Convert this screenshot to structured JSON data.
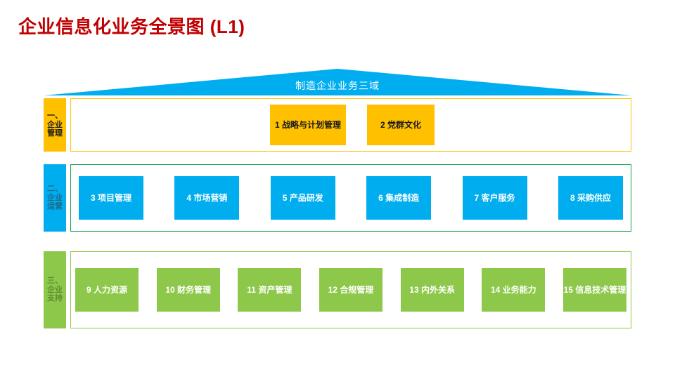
{
  "title": "企业信息化业务全景图 (L1)",
  "roof": {
    "label": "制造企业业务三域",
    "color": "#00AEEF"
  },
  "colors": {
    "title": "#C00000",
    "amber": "#FFC000",
    "blue": "#00AEEF",
    "green": "#8DC84B",
    "row2_border": "#10A04C"
  },
  "rows": [
    {
      "id": "manage",
      "tab_label": "一、企业管理",
      "accent": "#FFC000",
      "items": [
        {
          "num": "1",
          "name": "战略与计划管理",
          "label": "1 战略与计划管理"
        },
        {
          "num": "2",
          "name": "党群文化",
          "label": "2 党群文化"
        }
      ]
    },
    {
      "id": "operate",
      "tab_label": "二、企业运营",
      "accent": "#00AEEF",
      "items": [
        {
          "num": "3",
          "name": "项目管理",
          "label": "3 项目管理"
        },
        {
          "num": "4",
          "name": "市场营销",
          "label": "4 市场营销"
        },
        {
          "num": "5",
          "name": "产品研发",
          "label": "5 产品研发"
        },
        {
          "num": "6",
          "name": "集成制造",
          "label": "6 集成制造"
        },
        {
          "num": "7",
          "name": "客户服务",
          "label": "7 客户服务"
        },
        {
          "num": "8",
          "name": "采购供应",
          "label": "8 采购供应"
        }
      ]
    },
    {
      "id": "support",
      "tab_label": "三、企业支持",
      "accent": "#8DC84B",
      "items": [
        {
          "num": "9",
          "name": "人力资源",
          "label": "9 人力资源"
        },
        {
          "num": "10",
          "name": "财务管理",
          "label": "10 财务管理"
        },
        {
          "num": "11",
          "name": "资产管理",
          "label": "11 资产管理"
        },
        {
          "num": "12",
          "name": "合规管理",
          "label": "12 合规管理"
        },
        {
          "num": "13",
          "name": "内外关系",
          "label": "13 内外关系"
        },
        {
          "num": "14",
          "name": "业务能力",
          "label": "14 业务能力"
        },
        {
          "num": "15",
          "name": "信息技术管理",
          "label": "15 信息技术管理"
        }
      ]
    }
  ]
}
